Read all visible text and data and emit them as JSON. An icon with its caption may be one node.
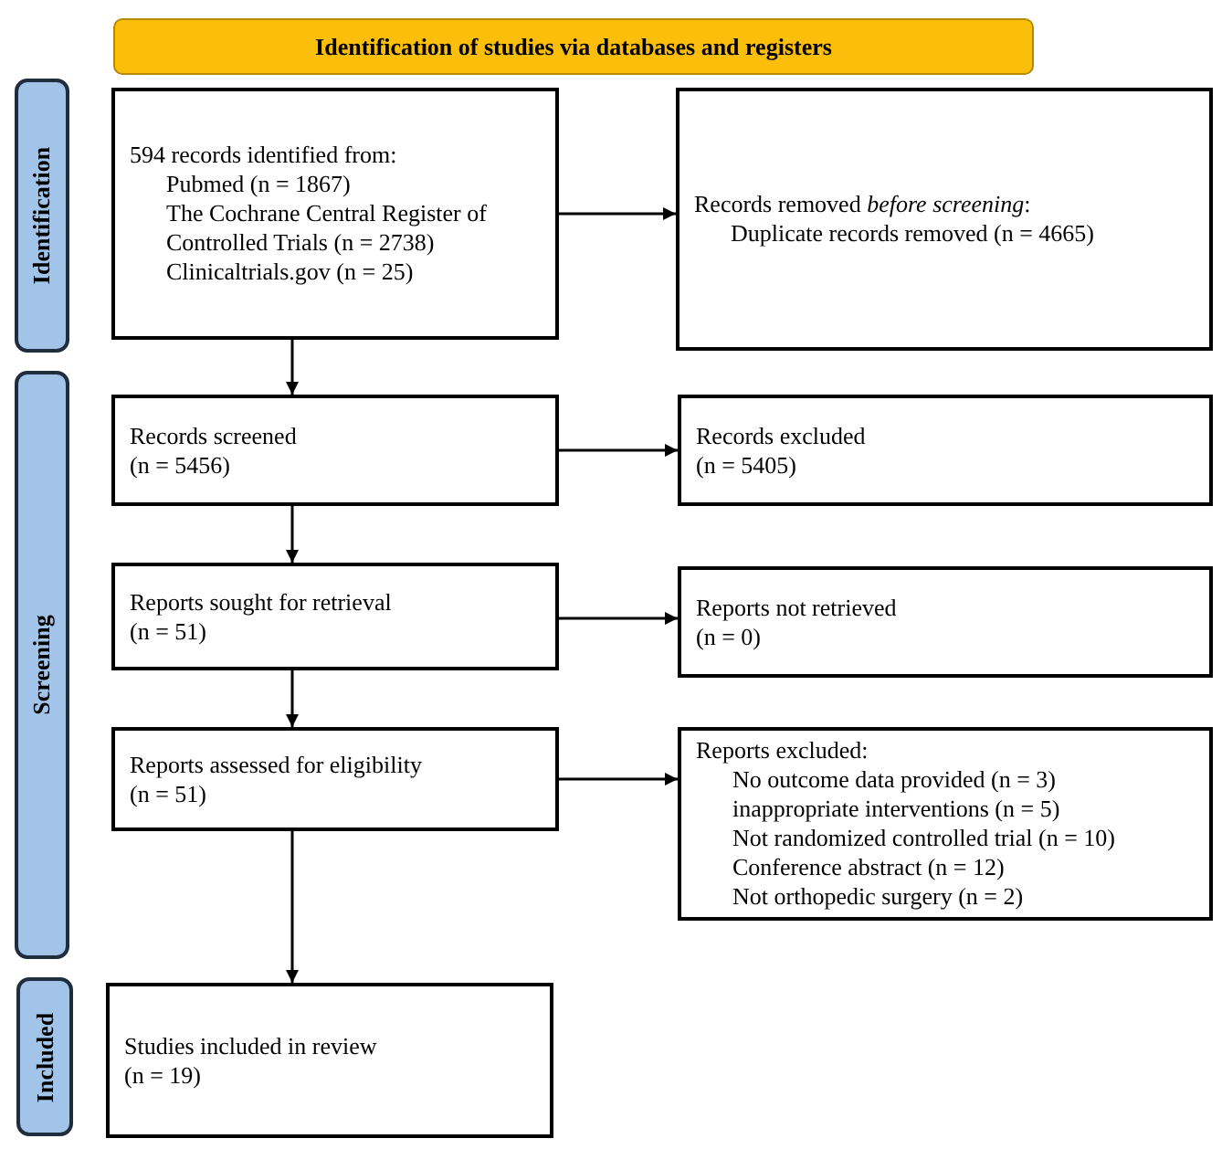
{
  "diagram": {
    "nodes": [
      {
        "text": [
          "Identification of studies via databases and registers"
        ]
      },
      {
        "text": [
          "Identification"
        ]
      },
      {
        "text": [
          "Screening"
        ]
      },
      {
        "text": [
          "Included"
        ]
      },
      {
        "text": [
          "594 records identified from:",
          "Pubmed (n = 1867)",
          "The Cochrane Central Register of Controlled Trials (n = 2738)",
          "Clinicaltrials.gov (n = 25)"
        ]
      },
      {
        "text": [
          "Records removed *before screening*:",
          "Duplicate records removed  (n = 4665)"
        ]
      },
      {
        "text": [
          "Records screened",
          "(n = 5456)"
        ]
      },
      {
        "text": [
          "Records excluded",
          "(n = 5405)"
        ]
      },
      {
        "text": [
          "Reports sought for retrieval",
          "(n = 51)"
        ]
      },
      {
        "text": [
          "Reports not retrieved",
          "(n = 0)"
        ]
      },
      {
        "text": [
          "Reports assessed for eligibility",
          "(n =  51)"
        ]
      },
      {
        "text": [
          "Reports excluded:",
          "No outcome data provided (n = 3)",
          "inappropriate interventions (n = 5)",
          "Not randomized controlled trial (n = 10)",
          "Conference abstract (n = 12)",
          "Not orthopedic surgery (n = 2)"
        ]
      },
      {
        "text": [
          "Studies included in review",
          "(n = 19)"
        ]
      }
    ],
    "edges": [
      {
        "from": 4,
        "to": 5,
        "arrow": "to"
      },
      {
        "from": 4,
        "to": 6,
        "arrow": "to"
      },
      {
        "from": 6,
        "to": 7,
        "arrow": "to"
      },
      {
        "from": 6,
        "to": 8,
        "arrow": "to"
      },
      {
        "from": 8,
        "to": 9,
        "arrow": "to"
      },
      {
        "from": 8,
        "to": 10,
        "arrow": "to"
      },
      {
        "from": 10,
        "to": 11,
        "arrow": "to"
      },
      {
        "from": 10,
        "to": 12,
        "arrow": "to"
      }
    ]
  }
}
